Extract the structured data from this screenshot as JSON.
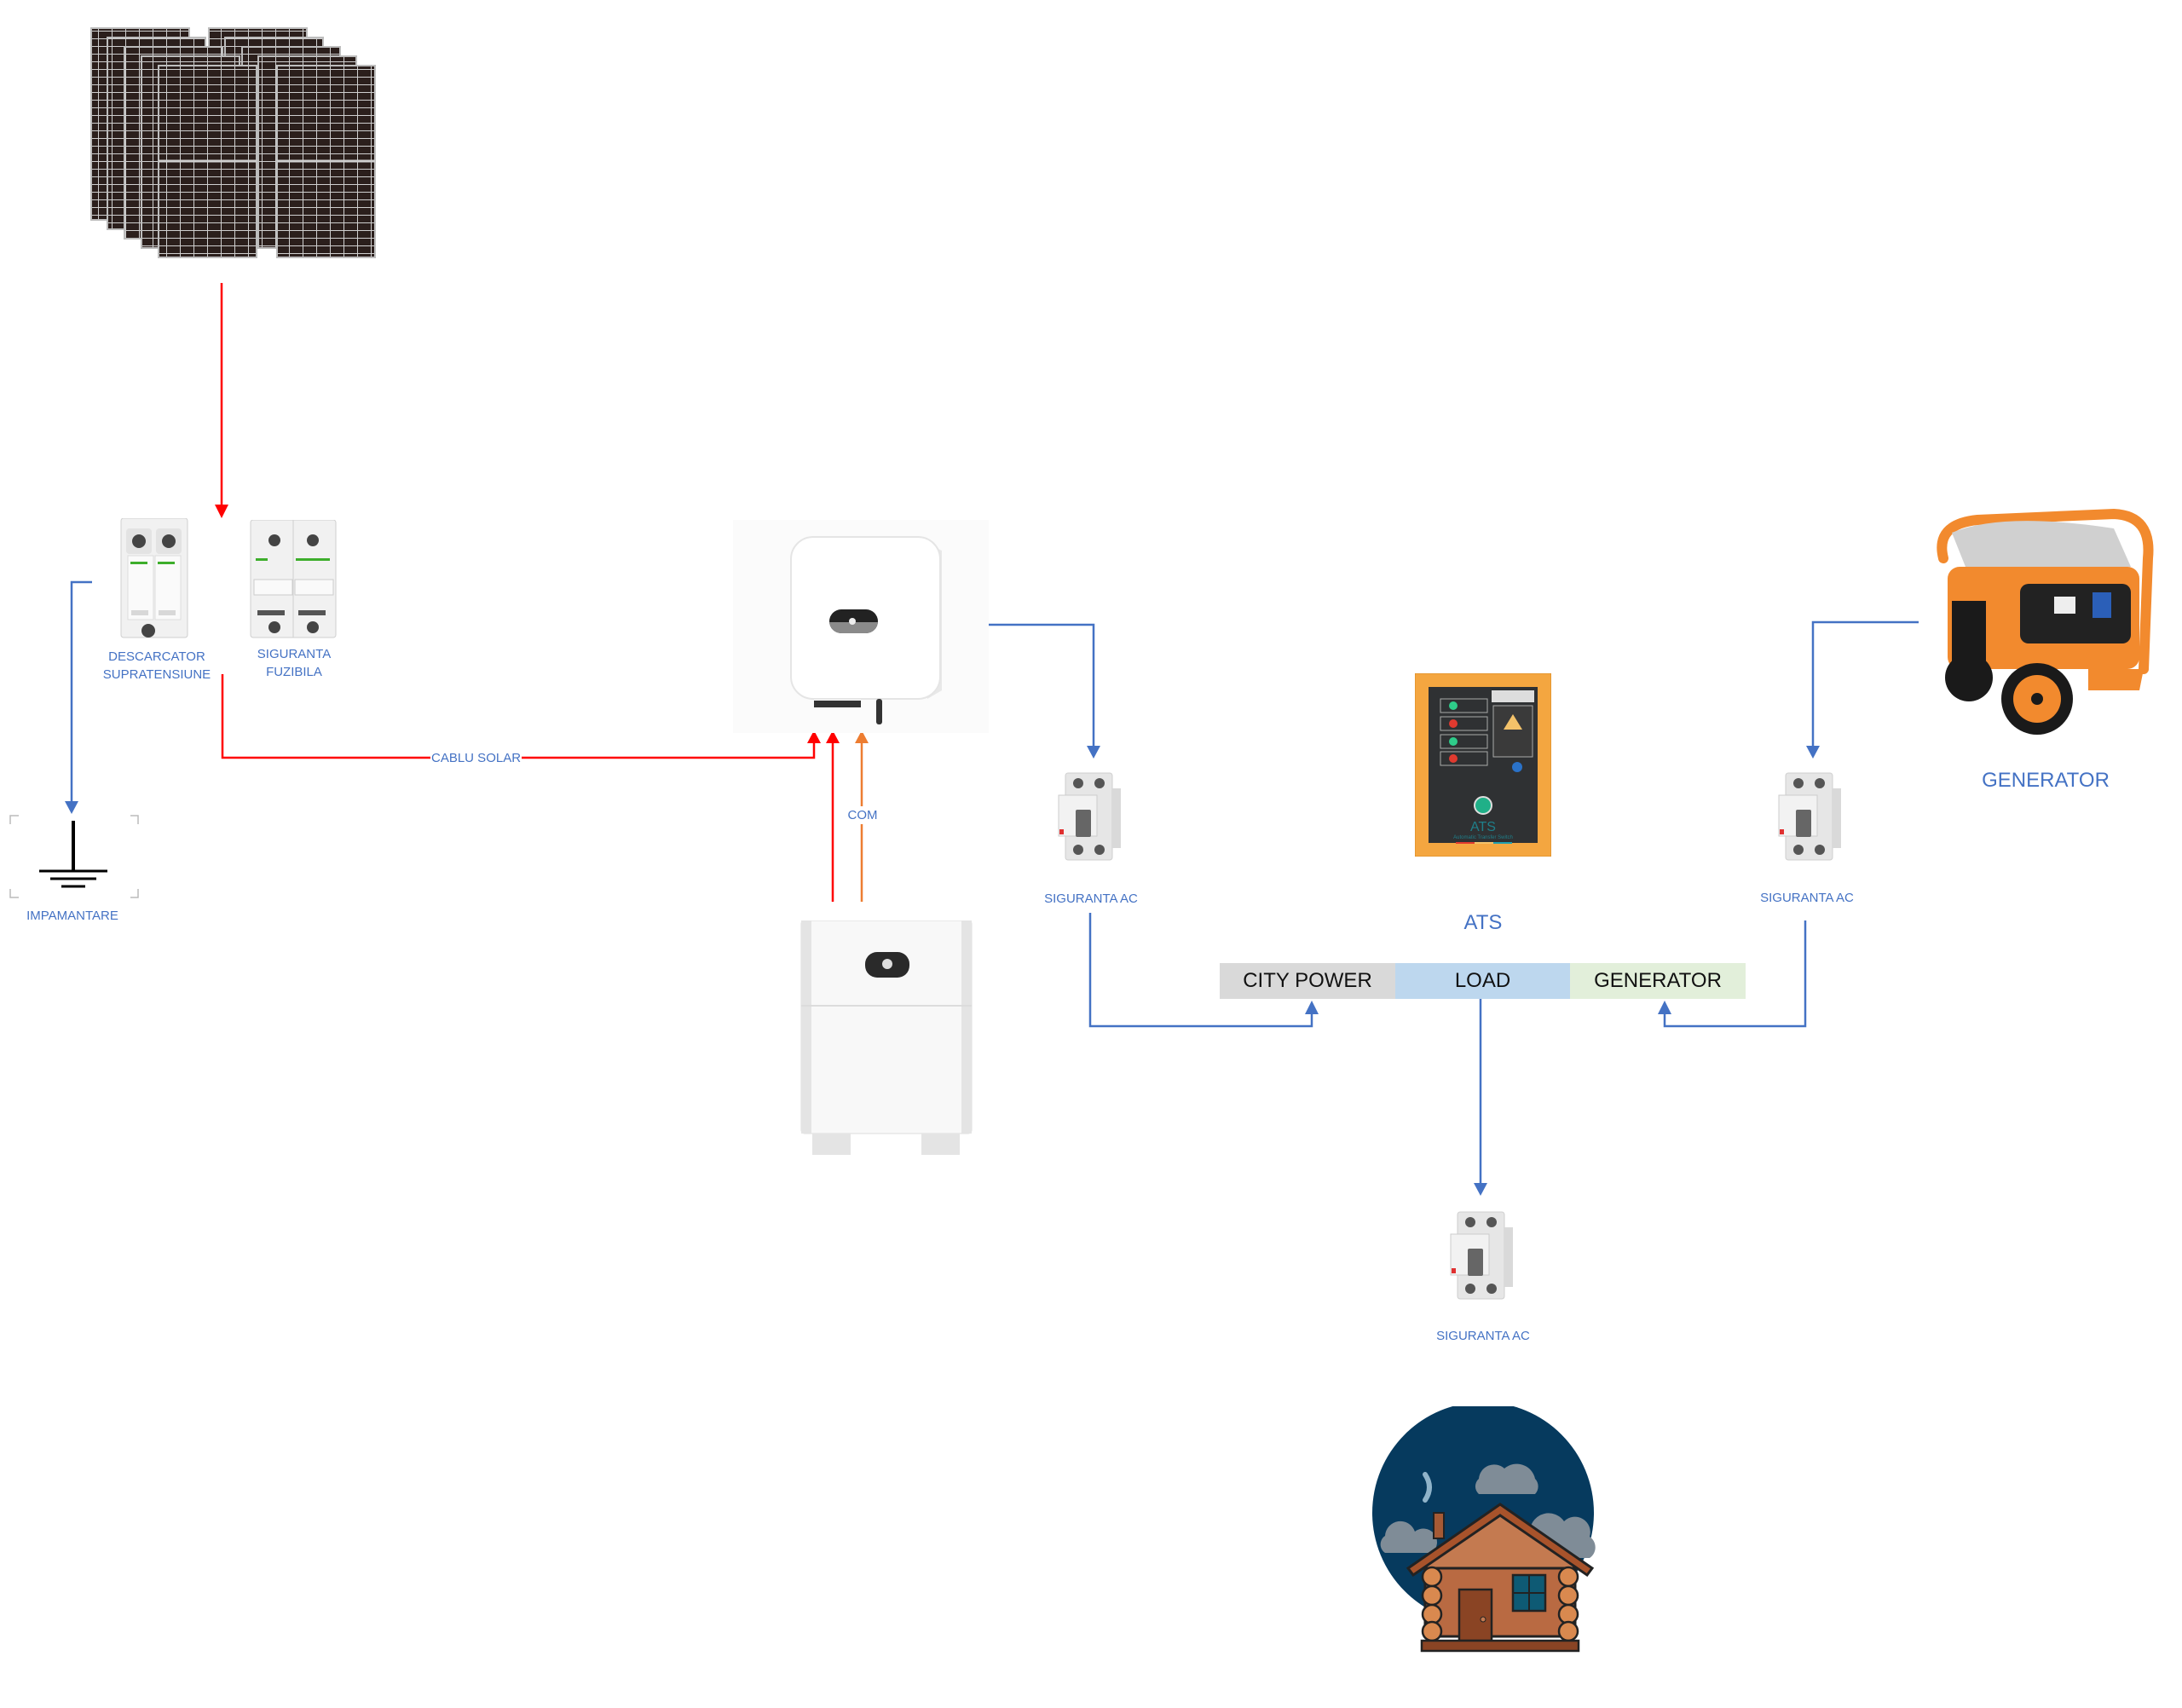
{
  "labels": {
    "surge_arrester": "DESCARCATOR\nSUPRATENSIUNE",
    "surge_arrester_line1": "DESCARCATOR",
    "surge_arrester_line2": "SUPRATENSIUNE",
    "fuse_line1": "SIGURANTA",
    "fuse_line2": "FUZIBILA",
    "grounding": "IMPAMANTARE",
    "solar_cable": "CABLU SOLAR",
    "com": "COM",
    "breaker_inverter": "SIGURANTA AC",
    "breaker_generator": "SIGURANTA AC",
    "breaker_load": "SIGURANTA AC",
    "ats": "ATS",
    "generator": "GENERATOR"
  },
  "ats_panel": {
    "city_power": "CITY POWER",
    "load": "LOAD",
    "generator": "GENERATOR",
    "device_text": "ATS",
    "device_subtitle": "Automatic Transfer Switch"
  },
  "colors": {
    "dc_wire": "#ff0000",
    "com_wire": "#ed7d31",
    "ac_wire": "#4472c4",
    "city_power_bg": "#d9d9d9",
    "load_bg": "#bdd7ee",
    "generator_bg": "#e2efda",
    "label": "#4472c4"
  }
}
